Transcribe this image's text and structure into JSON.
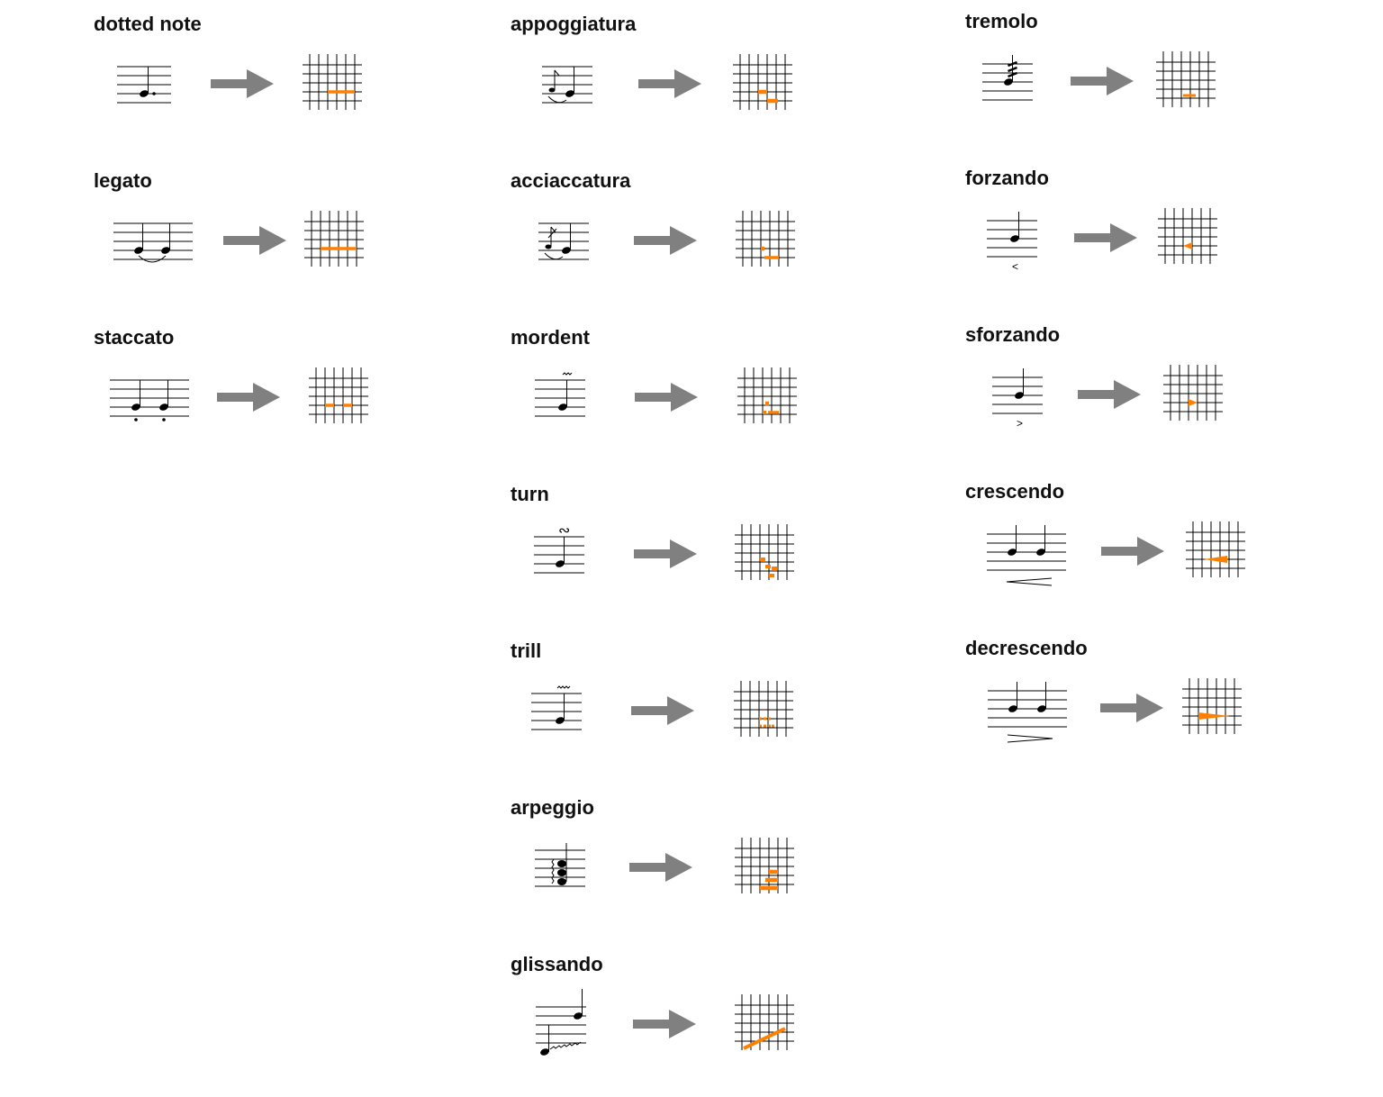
{
  "title": "Music articulation to piano-roll mapping",
  "items": [
    {
      "id": "dotted-note",
      "label": "dotted note"
    },
    {
      "id": "legato",
      "label": "legato"
    },
    {
      "id": "staccato",
      "label": "staccato"
    },
    {
      "id": "appoggiatura",
      "label": "appoggiatura"
    },
    {
      "id": "acciaccatura",
      "label": "acciaccatura"
    },
    {
      "id": "mordent",
      "label": "mordent"
    },
    {
      "id": "turn",
      "label": "turn"
    },
    {
      "id": "trill",
      "label": "trill"
    },
    {
      "id": "arpeggio",
      "label": "arpeggio"
    },
    {
      "id": "glissando",
      "label": "glissando"
    },
    {
      "id": "tremolo",
      "label": "tremolo"
    },
    {
      "id": "forzando",
      "label": "forzando"
    },
    {
      "id": "sforzando",
      "label": "sforzando"
    },
    {
      "id": "crescendo",
      "label": "crescendo"
    },
    {
      "id": "decrescendo",
      "label": "decrescendo"
    }
  ],
  "colors": {
    "highlight": "#ff8000",
    "arrow": "#808080",
    "ink": "#000000"
  }
}
